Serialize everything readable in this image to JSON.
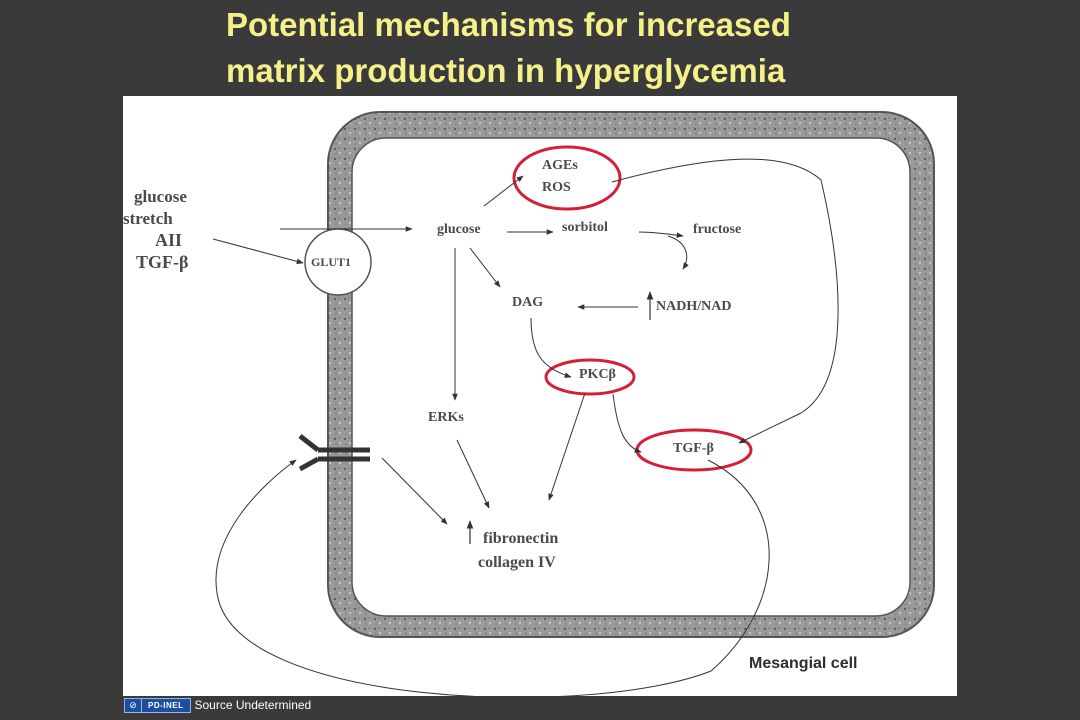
{
  "colors": {
    "background": "#3a3a3a",
    "title": "#f6f08a",
    "highlight": "#d41f35"
  },
  "title": {
    "line1": "Potential mechanisms for increased",
    "line2": "matrix production in hyperglycemia"
  },
  "diagram": {
    "stimuli": {
      "glucose": "glucose",
      "stretch": "stretch",
      "aii": "AII",
      "tgf": "TGF-β"
    },
    "transporter": "GLUT1",
    "nodes": {
      "ages": "AGEs",
      "ros": "ROS",
      "glucose": "glucose",
      "sorbitol": "sorbitol",
      "fructose": "fructose",
      "dag": "DAG",
      "nadh": "NADH/NAD",
      "pkc": "PKCβ",
      "erks": "ERKs",
      "tgf": "TGF-β",
      "fibronectin": "fibronectin",
      "collagen": "collagen IV"
    },
    "cell_label": "Mesangial cell"
  },
  "footer": {
    "license_icon": "cc-icon",
    "license": "PD-INEL",
    "source": "Source Undetermined"
  }
}
